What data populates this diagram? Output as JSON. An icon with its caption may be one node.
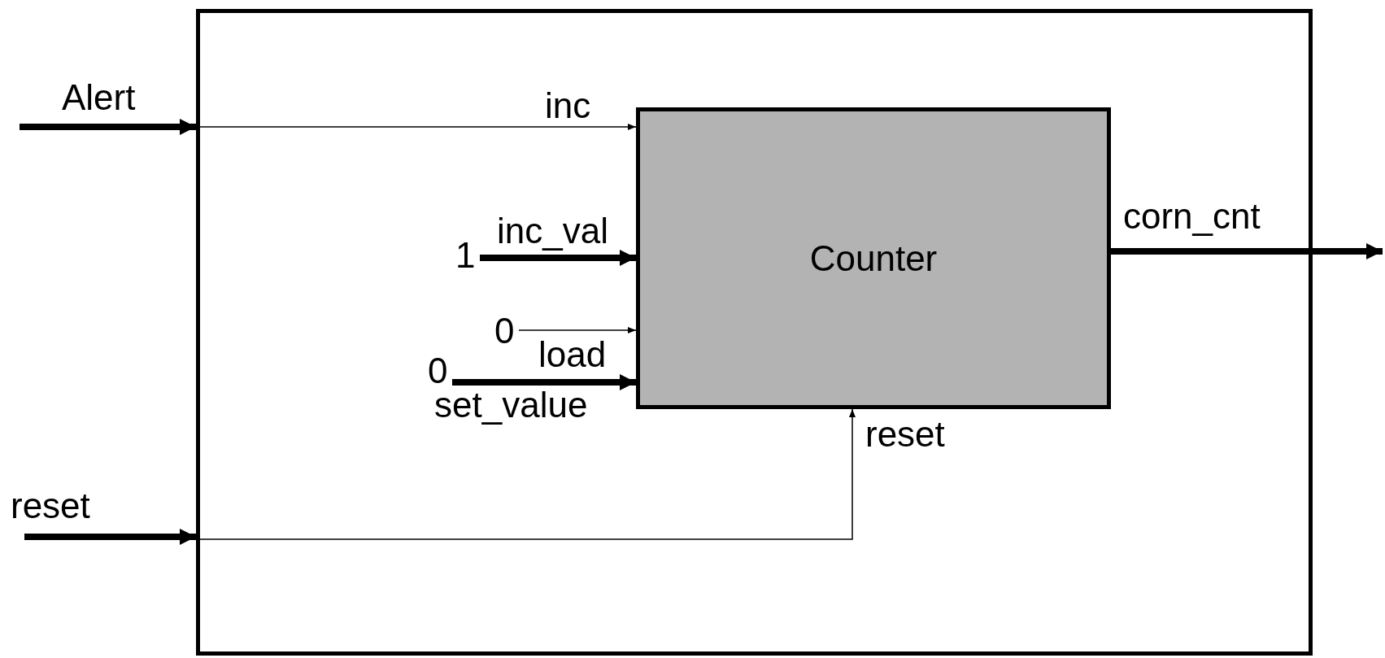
{
  "diagram": {
    "nodes": [
      {
        "text": [],
        "shape": "box"
      },
      {
        "text": [
          "Counter"
        ],
        "in": 0
      },
      {
        "text": [
          "1"
        ],
        "in": 0
      },
      {
        "text": [
          "0"
        ],
        "in": 0
      },
      {
        "text": [
          "0"
        ],
        "in": 0
      }
    ],
    "edges": [
      {
        "from": null,
        "to": 0,
        "arrow": "to",
        "label": "Alert"
      },
      {
        "from": 0,
        "to": 1,
        "arrow": "to",
        "label": "inc"
      },
      {
        "from": 2,
        "to": 1,
        "arrow": "to",
        "label": "inc_val"
      },
      {
        "from": 3,
        "to": 1,
        "arrow": "to",
        "label": "load"
      },
      {
        "from": 4,
        "to": 1,
        "arrow": "to",
        "label": "set_value"
      },
      {
        "from": null,
        "to": 0,
        "arrow": "to",
        "label": "reset"
      },
      {
        "from": 0,
        "to": 1,
        "arrow": "to",
        "label": "reset"
      },
      {
        "from": 1,
        "to": null,
        "arrow": "to",
        "label": "corn_cnt"
      }
    ]
  }
}
